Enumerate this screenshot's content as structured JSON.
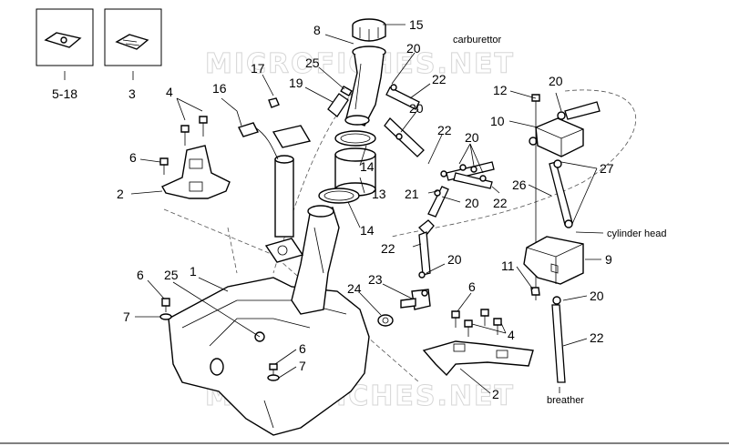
{
  "watermark": "MICROFICHES.NET",
  "inset_labels": {
    "left": "5-18",
    "right": "3"
  },
  "parts": {
    "p15": "15",
    "p8": "8",
    "p20a": "20",
    "p25a": "25",
    "p22a": "22",
    "p19": "19",
    "p17": "17",
    "p16": "16",
    "p4a": "4",
    "p6a": "6",
    "p2a": "2",
    "p20b": "20",
    "p14a": "14",
    "p13": "13",
    "p14b": "14",
    "p22b": "22",
    "p20c": "20",
    "p21": "21",
    "p20d": "20",
    "p22c": "22",
    "p22d": "22",
    "p20e": "20",
    "p12": "12",
    "p20f": "20",
    "p10": "10",
    "p27": "27",
    "p26": "26",
    "p9": "9",
    "p11": "11",
    "p20g": "20",
    "p22e": "22",
    "p1": "1",
    "p6b": "6",
    "p25b": "25",
    "p7a": "7",
    "p23": "23",
    "p24": "24",
    "p6c": "6",
    "p4b": "4",
    "p6d": "6",
    "p7b": "7",
    "p2b": "2"
  },
  "text_labels": {
    "carburettor": "carburettor",
    "cylinder_head": "cylinder head",
    "breather": "breather"
  }
}
